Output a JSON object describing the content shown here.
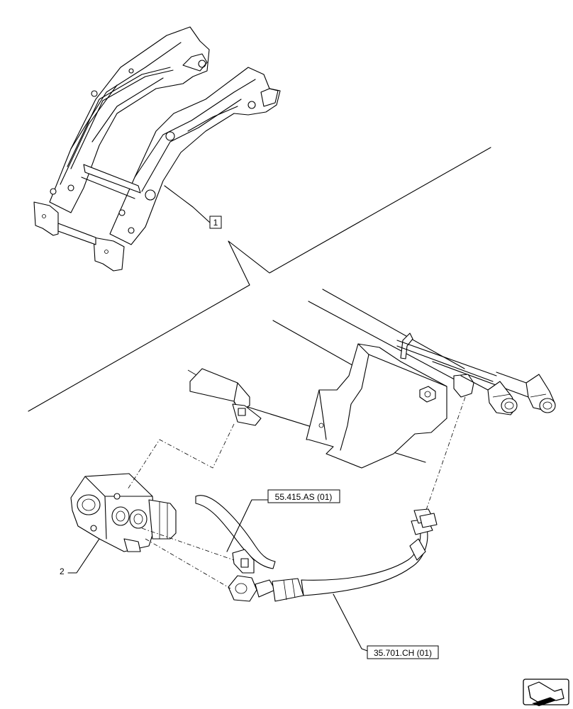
{
  "callouts": {
    "item_1": "1",
    "item_2": "2",
    "ref_hose_55": "55.415.AS (01)",
    "ref_hose_35": "35.701.CH (01)"
  },
  "icons": {
    "navigation": "arrow-icon"
  }
}
